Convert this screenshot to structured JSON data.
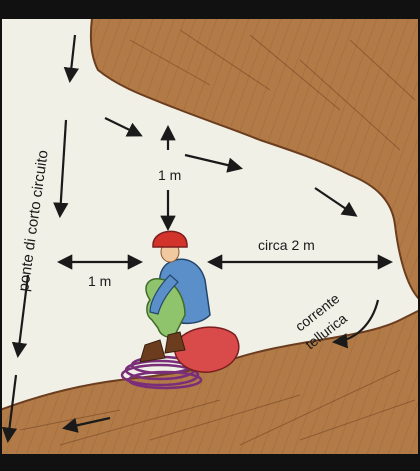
{
  "labels": {
    "bridge": "ponte di corto circuito",
    "vertical_distance": "1 m",
    "horizontal_distance": "1 m",
    "wall_distance": "circa 2 m",
    "telluric_current_line1": "corrente",
    "telluric_current_line2": "tellurica"
  },
  "colors": {
    "background": "#f1f0e7",
    "rock": "#b17a47",
    "rock_dark": "#6b3d1e",
    "arrow": "#1a1a1a",
    "helmet": "#d2332a",
    "jacket": "#5b8fc9",
    "trousers": "#8fc46c",
    "rope": "#7a2e7a",
    "backpack": "#d94a4a",
    "frame": "#111111"
  }
}
